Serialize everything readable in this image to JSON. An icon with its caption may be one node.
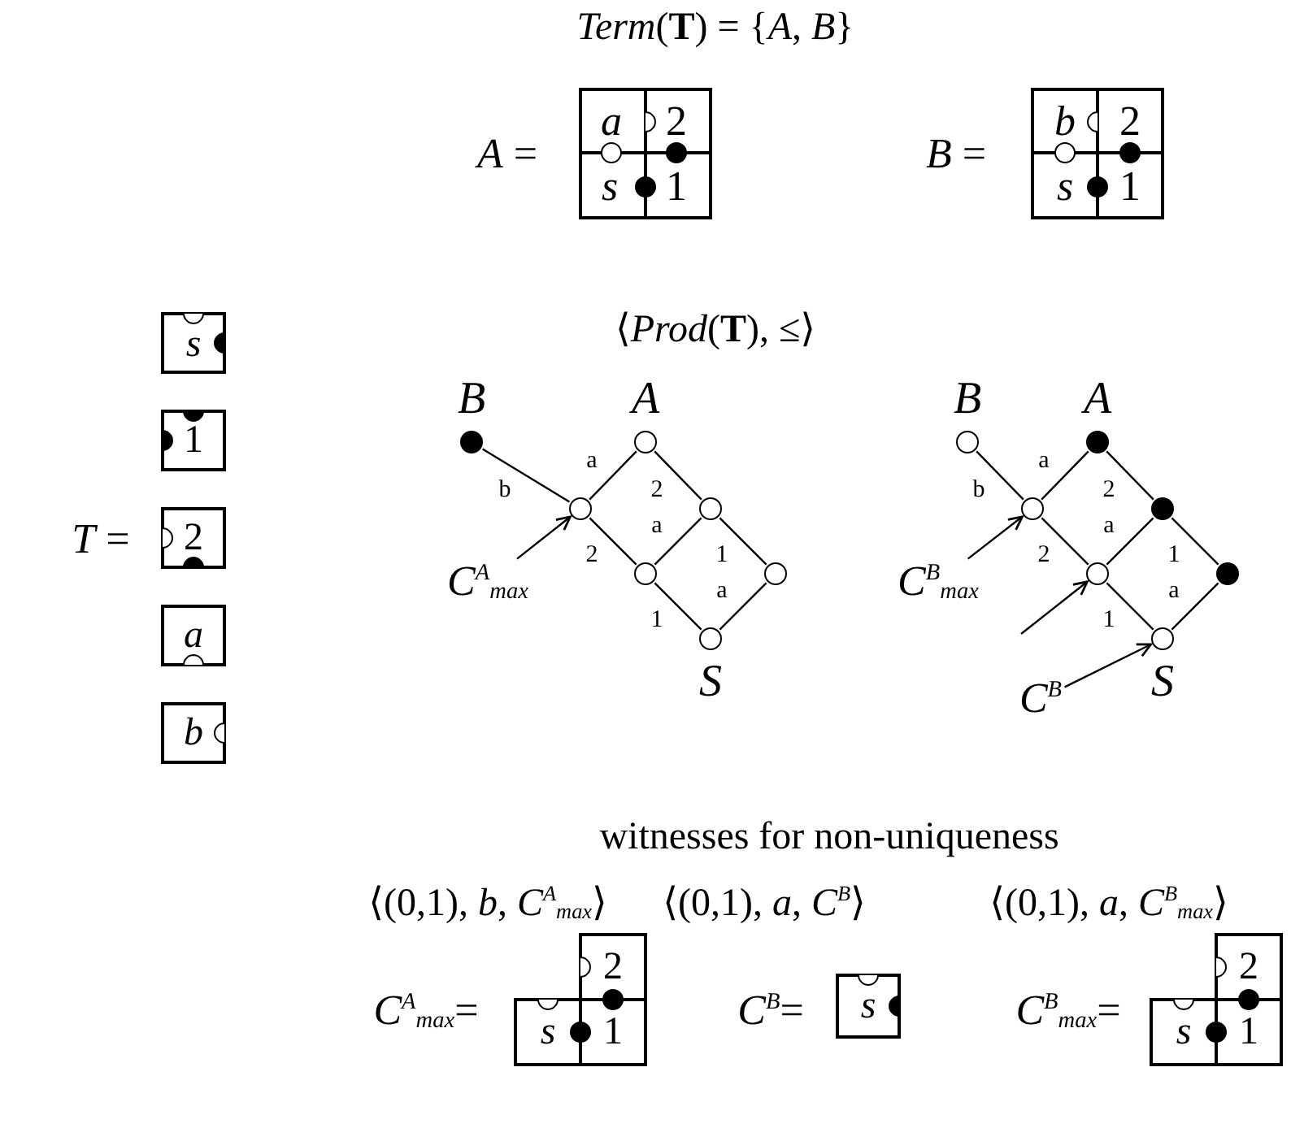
{
  "diagram": {
    "nodes": [
      {
        "text": [],
        "shape": "dot",
        "beside": [
          "B"
        ]
      },
      {
        "text": [],
        "shape": "circle",
        "beside": [
          "A"
        ]
      },
      {
        "text": [],
        "shape": "circle"
      },
      {
        "text": [],
        "shape": "circle"
      },
      {
        "text": [
          "*C*$^{A}$$_{max}$"
        ]
      },
      {
        "text": [],
        "shape": "circle"
      },
      {
        "text": [],
        "shape": "circle"
      },
      {
        "text": [],
        "shape": "circle",
        "beside": [
          "S"
        ]
      },
      {
        "text": [],
        "shape": "circle",
        "beside": [
          "B"
        ]
      },
      {
        "text": [],
        "shape": "dot",
        "beside": [
          "A"
        ]
      },
      {
        "text": [],
        "shape": "circle"
      },
      {
        "text": [],
        "shape": "dot"
      },
      {
        "text": [
          "*C*$^{B}$$_{max}$"
        ]
      },
      {
        "text": [],
        "shape": "circle"
      },
      {
        "text": [],
        "shape": "dot"
      },
      {
        "text": [],
        "shape": "circle",
        "beside": [
          "S"
        ]
      },
      {
        "text": [
          "*C*$^{B}$"
        ]
      }
    ],
    "edges": [
      {
        "from": 0,
        "to": 2,
        "arrow": "none",
        "label": "b"
      },
      {
        "from": 1,
        "to": 2,
        "arrow": "none",
        "label": "a"
      },
      {
        "from": 1,
        "to": 3,
        "arrow": "none",
        "label": "2"
      },
      {
        "from": 2,
        "to": 5,
        "arrow": "none",
        "label": "2"
      },
      {
        "from": 3,
        "to": 5,
        "arrow": "none",
        "label": "a"
      },
      {
        "from": 3,
        "to": 6,
        "arrow": "none",
        "label": "1"
      },
      {
        "from": 5,
        "to": 7,
        "arrow": "none",
        "label": "1"
      },
      {
        "from": 6,
        "to": 7,
        "arrow": "none",
        "label": "a"
      },
      {
        "from": 4,
        "to": 2,
        "arrow": "to"
      },
      {
        "from": 8,
        "to": 10,
        "arrow": "none",
        "label": "b"
      },
      {
        "from": 9,
        "to": 10,
        "arrow": "none",
        "label": "a"
      },
      {
        "from": 9,
        "to": 11,
        "arrow": "none",
        "label": "2"
      },
      {
        "from": 10,
        "to": 13,
        "arrow": "none",
        "label": "2"
      },
      {
        "from": 11,
        "to": 13,
        "arrow": "none",
        "label": "a"
      },
      {
        "from": 11,
        "to": 14,
        "arrow": "none",
        "label": "1"
      },
      {
        "from": 13,
        "to": 15,
        "arrow": "none",
        "label": "1"
      },
      {
        "from": 14,
        "to": 15,
        "arrow": "none",
        "label": "a"
      },
      {
        "from": 12,
        "to": 10,
        "arrow": "to"
      },
      {
        "from": null,
        "to": 13,
        "arrow": "to"
      },
      {
        "from": 16,
        "to": 15,
        "arrow": "to"
      }
    ],
    "labels": [
      "*Term*(**T**)  = {*A*, *B*}",
      "*A* =",
      "a",
      "2",
      "s",
      "1",
      "*B* =",
      "b",
      "2",
      "s",
      "1",
      "⟨*Prod*(**T**), ≤⟩",
      "s",
      "1",
      "*T* =",
      "2",
      "a",
      "b",
      "witnesses for non-uniqueness",
      "⟨(0,1), *b*, *C*$^{A}$$_{max}$⟩",
      "⟨(0,1), *a*, *C*$^{B}$⟩",
      "⟨(0,1), *a*, *C*$^{B}$$_{max}$⟩",
      "*C*$^{A}$$_{max}$=",
      "2",
      "s",
      "1",
      "*C*$^{B}$=",
      "s",
      "*C*$^{B}$$_{max}$=",
      "2",
      "s",
      "1"
    ]
  }
}
